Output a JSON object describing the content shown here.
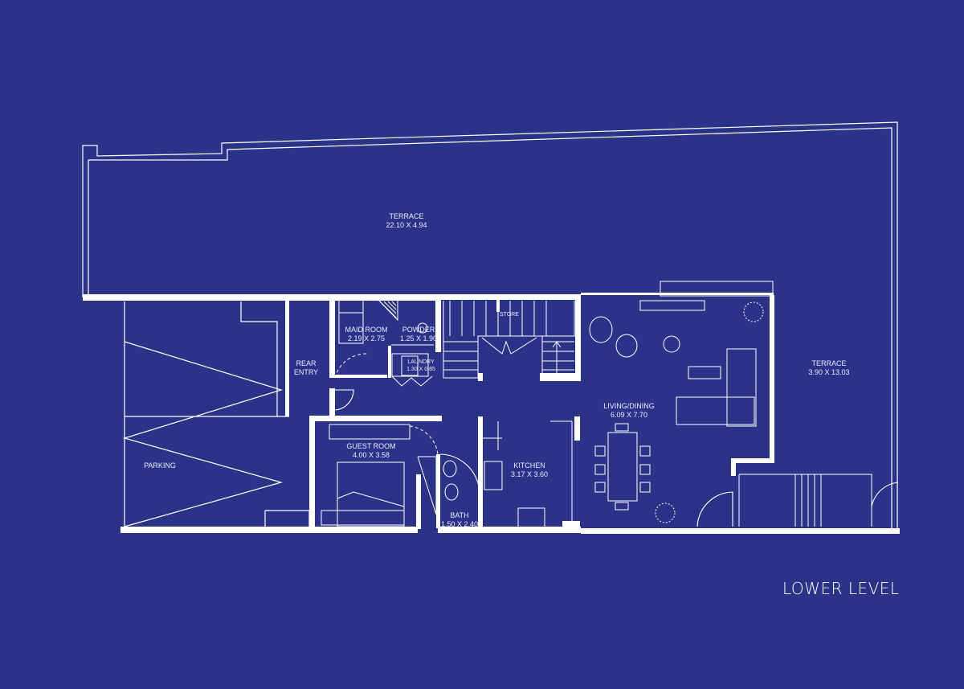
{
  "plan_title": "LOWER LEVEL",
  "colors": {
    "background": "#2b3389",
    "lines": "#ffffff"
  },
  "rooms": [
    {
      "name": "TERRACE",
      "size": "22.10 X 4.94"
    },
    {
      "name": "TERRACE",
      "size": "3.90 X 13.03"
    },
    {
      "name": "MAID ROOM",
      "size": "2.19 X 2.75"
    },
    {
      "name": "POWDER",
      "size": "1.25 X 1.90"
    },
    {
      "name": "LAUNDRY",
      "size": "1.30 X 0.85"
    },
    {
      "name": "STORE",
      "size": ""
    },
    {
      "name": "REAR ENTRY",
      "size": ""
    },
    {
      "name": "LIVING/DINING",
      "size": "6.09 X 7.70"
    },
    {
      "name": "GUEST ROOM",
      "size": "4.00 X 3.58"
    },
    {
      "name": "KITCHEN",
      "size": "3.17 X 3.60"
    },
    {
      "name": "BATH",
      "size": "1.50 X 2.40"
    },
    {
      "name": "PARKING",
      "size": ""
    }
  ]
}
